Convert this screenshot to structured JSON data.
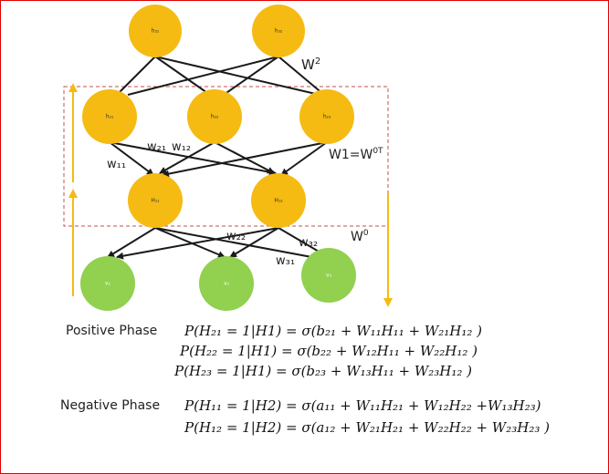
{
  "nodes": {
    "h31": "h₃₁",
    "h32": "h₃₂",
    "h21": "h₂₁",
    "h22": "h₂₂",
    "h23": "h₂₃",
    "H11": "H₁₁",
    "H12": "H₁₂",
    "v1": "v₁",
    "v2": "v₂",
    "v3": "v₃"
  },
  "weights": {
    "W2": "W",
    "W2_sup": "2",
    "W1": "W1=W",
    "W1_sup": "0T",
    "W0": "W",
    "W0_sup": "0",
    "w21": "w₂₁",
    "w12": "w₁₂",
    "w11": "w₁₁",
    "w22": "w₂₂",
    "w32": "w₃₂",
    "w31": "w₃₁"
  },
  "phases": {
    "positive": "Positive Phase",
    "negative": "Negative Phase"
  },
  "equations": {
    "pos1": "P(H₂₁ = 1|H1) = σ(b₂₁ + W₁₁H₁₁  + W₂₁H₁₂ )",
    "pos2": "P(H₂₂ = 1|H1) = σ(b₂₂ + W₁₂H₁₁  + W₂₂H₁₂ )",
    "pos3": "P(H₂₃ = 1|H1) = σ(b₂₃ + W₁₃H₁₁  + W₂₃H₁₂  )",
    "neg1": "P(H₁₁ = 1|H2) = σ(a₁₁ + W₁₁H₂₁  + W₁₂H₂₂ +W₁₃H₂₃)",
    "neg2": "P(H₁₂ = 1|H2) = σ(a₁₂ + W₂₁H₂₁  + W₂₂H₂₂ + W₂₃H₂₃ )"
  },
  "colors": {
    "hidden": "#f5bb12",
    "visible": "#92d050",
    "edge": "#1a1a1a",
    "dashed_box": "#c0504d",
    "arrow": "#f5bb12"
  }
}
